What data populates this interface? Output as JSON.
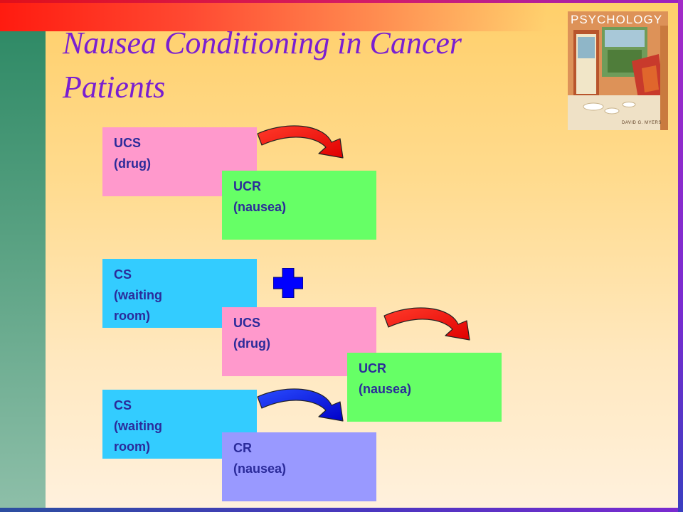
{
  "title": "Nausea Conditioning in Cancer Patients",
  "cover": {
    "title": "PSYCHOLOGY",
    "author": "DAVID G. MYERS"
  },
  "diagram": {
    "row1": {
      "stimulus": {
        "line1": "UCS",
        "line2": "(drug)"
      },
      "response": {
        "line1": "UCR",
        "line2": "(nausea)"
      }
    },
    "row2": {
      "stimulus": {
        "line1": "CS",
        "line2": "(waiting",
        "line3": "room)"
      },
      "paired_stimulus": {
        "line1": "UCS",
        "line2": "(drug)"
      },
      "response": {
        "line1": "UCR",
        "line2": "(nausea)"
      }
    },
    "row3": {
      "stimulus": {
        "line1": "CS",
        "line2": "(waiting",
        "line3": "room)"
      },
      "response": {
        "line1": "CR",
        "line2": "(nausea)"
      }
    }
  },
  "colors": {
    "ucs_box": "#ff99cc",
    "ucr_box": "#66ff66",
    "cs_box": "#33ccff",
    "cr_box": "#9999ff",
    "arrow_red": "#ff0000",
    "arrow_blue": "#0000dd",
    "plus": "#0000ff",
    "title": "#7a1fd1",
    "box_text": "#2b2b9a"
  },
  "icons": [
    "curved-arrow-icon",
    "plus-icon"
  ]
}
